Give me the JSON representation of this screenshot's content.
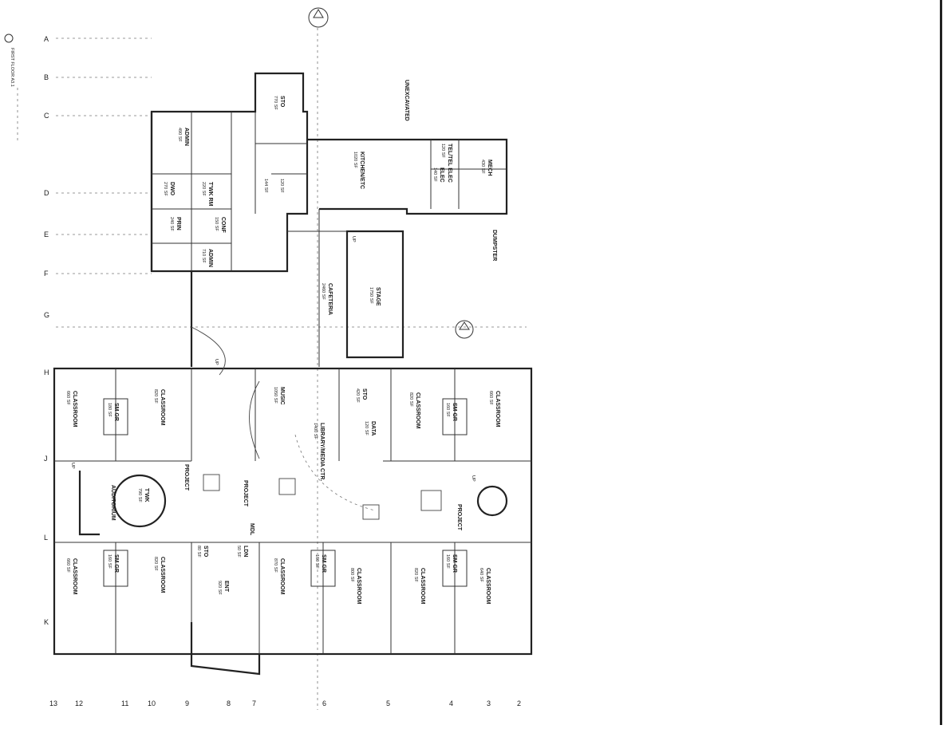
{
  "drawing": {
    "title": "FIRST FLOOR A3.1",
    "scale": "",
    "notes": {
      "unexcavated": "UNEXCAVATED",
      "dumpster": "DUMPSTER"
    }
  },
  "grid_letters": [
    "A",
    "B",
    "C",
    "D",
    "E",
    "F",
    "G",
    "H",
    "J",
    "L",
    "K"
  ],
  "grid_numbers": [
    "13",
    "12",
    "11",
    "10",
    "9",
    "8",
    "7",
    "6",
    "5",
    "4",
    "3",
    "2"
  ],
  "rooms": {
    "sto_top": {
      "name": "STO",
      "area": "770 SF"
    },
    "admin1": {
      "name": "ADMIN",
      "area": "490 SF"
    },
    "dwo": {
      "name": "DWO",
      "area": "270 SF"
    },
    "twk_rm": {
      "name": "T'WK RM",
      "area": "220 SF"
    },
    "conf": {
      "name": "CONF",
      "area": "150 SF"
    },
    "prin": {
      "name": "PRIN",
      "area": "240 SF"
    },
    "admin2": {
      "name": "ADMIN",
      "area": "710 SF"
    },
    "small1": {
      "name": "",
      "area": "120 SF"
    },
    "small2": {
      "name": "",
      "area": "144 SF"
    },
    "kitchen": {
      "name": "KITCHEN/ETC",
      "area": "1020 SF"
    },
    "mech": {
      "name": "MECH",
      "area": "430 SF"
    },
    "elec": {
      "name": "ELEC",
      "area": "140 SF"
    },
    "tel_elec": {
      "name": "TEL/TEL ELEC",
      "area": "120 SF"
    },
    "cafeteria": {
      "name": "CAFETERIA",
      "area": "2460 SF"
    },
    "stage": {
      "name": "STAGE",
      "area": "1750 SF"
    },
    "classroom_1": {
      "name": "CLASSROOM",
      "area": "660 SF"
    },
    "classroom_2": {
      "name": "CLASSROOM",
      "area": "820 SF"
    },
    "sm_gr_1": {
      "name": "SM GR",
      "area": "180 SF"
    },
    "music": {
      "name": "MUSIC",
      "area": "1050 SF"
    },
    "sto_mid": {
      "name": "STO",
      "area": "420 SF"
    },
    "classroom_3": {
      "name": "CLASSROOM",
      "area": "820 SF"
    },
    "sm_gr_2": {
      "name": "SM GR",
      "area": "160 SF"
    },
    "classroom_4": {
      "name": "CLASSROOM",
      "area": "660 SF"
    },
    "data": {
      "name": "DATA",
      "area": "120 SF"
    },
    "library": {
      "name": "LIBRARY/MEDIA CTR.",
      "area": "1400 SF"
    },
    "auditorium": {
      "name": "AUDITORIUM",
      "area": ""
    },
    "twk_round": {
      "name": "T'WK",
      "area": "790 SF"
    },
    "project_1": {
      "name": "PROJECT",
      "area": ""
    },
    "project_2": {
      "name": "PROJECT",
      "area": ""
    },
    "project_3": {
      "name": "PROJECT",
      "area": ""
    },
    "mdl": {
      "name": "MDL",
      "area": ""
    },
    "classroom_5": {
      "name": "CLASSROOM",
      "area": "660 SF"
    },
    "sm_gr_3": {
      "name": "SM GR",
      "area": "160 SF"
    },
    "classroom_6": {
      "name": "CLASSROOM",
      "area": "820 SF"
    },
    "sto_low": {
      "name": "STO",
      "area": "80 SF"
    },
    "ent": {
      "name": "ENT",
      "area": "920 SF"
    },
    "ldn": {
      "name": "LDN",
      "area": "50 SF"
    },
    "classroom_7": {
      "name": "CLASSROOM",
      "area": "870 SF"
    },
    "sm_gr_4": {
      "name": "SM GR",
      "area": "160 SF"
    },
    "classroom_8": {
      "name": "CLASSROOM",
      "area": "800 SF"
    },
    "classroom_9": {
      "name": "CLASSROOM",
      "area": "820 SF"
    },
    "sm_gr_5": {
      "name": "SM GR",
      "area": "160 SF"
    },
    "classroom_10": {
      "name": "CLASSROOM",
      "area": "640 SF"
    }
  },
  "stairs": {
    "up1": "UP",
    "up2": "UP",
    "up3": "UP",
    "up4": "UP"
  }
}
